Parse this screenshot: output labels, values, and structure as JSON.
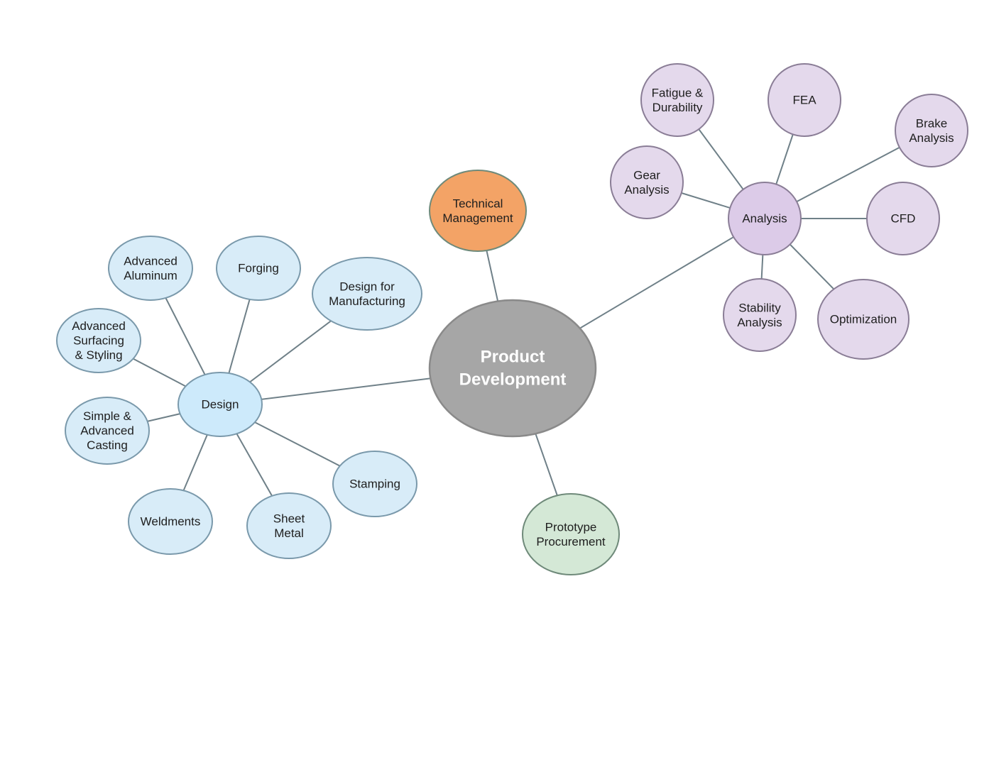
{
  "diagram": {
    "colors": {
      "line": "#6f8088",
      "center_fill": "#a6a6a6",
      "center_stroke": "#8a8a8a",
      "center_text": "#ffffff",
      "design_fill": "#d8ecf8",
      "design_hub_fill": "#cdeafb",
      "design_stroke": "#7a99ab",
      "analysis_fill": "#e4d9ec",
      "analysis_hub_fill": "#dccbe8",
      "analysis_stroke": "#8a7d96",
      "technical_fill": "#f3a366",
      "technical_stroke": "#6f8a7a",
      "prototype_fill": "#d4e8d6",
      "prototype_stroke": "#6f8a7a"
    },
    "center": {
      "id": "product-development",
      "lines": [
        "Product",
        "Development"
      ]
    },
    "branches": [
      {
        "id": "design",
        "lines": [
          "Design"
        ],
        "children": [
          {
            "id": "advanced-aluminum",
            "lines": [
              "Advanced",
              "Aluminum"
            ]
          },
          {
            "id": "forging",
            "lines": [
              "Forging"
            ]
          },
          {
            "id": "design-for-manufacturing",
            "lines": [
              "Design for",
              "Manufacturing"
            ]
          },
          {
            "id": "advanced-surfacing-styling",
            "lines": [
              "Advanced",
              "Surfacing",
              "& Styling"
            ]
          },
          {
            "id": "simple-advanced-casting",
            "lines": [
              "Simple &",
              "Advanced",
              "Casting"
            ]
          },
          {
            "id": "weldments",
            "lines": [
              "Weldments"
            ]
          },
          {
            "id": "sheet-metal",
            "lines": [
              "Sheet",
              "Metal"
            ]
          },
          {
            "id": "stamping",
            "lines": [
              "Stamping"
            ]
          }
        ]
      },
      {
        "id": "technical-management",
        "lines": [
          "Technical",
          "Management"
        ],
        "children": []
      },
      {
        "id": "prototype-procurement",
        "lines": [
          "Prototype",
          "Procurement"
        ],
        "children": []
      },
      {
        "id": "analysis",
        "lines": [
          "Analysis"
        ],
        "children": [
          {
            "id": "fatigue-durability",
            "lines": [
              "Fatigue &",
              "Durability"
            ]
          },
          {
            "id": "fea",
            "lines": [
              "FEA"
            ]
          },
          {
            "id": "brake-analysis",
            "lines": [
              "Brake",
              "Analysis"
            ]
          },
          {
            "id": "gear-analysis",
            "lines": [
              "Gear",
              "Analysis"
            ]
          },
          {
            "id": "cfd",
            "lines": [
              "CFD"
            ]
          },
          {
            "id": "stability-analysis",
            "lines": [
              "Stability",
              "Analysis"
            ]
          },
          {
            "id": "optimization",
            "lines": [
              "Optimization"
            ]
          }
        ]
      }
    ]
  }
}
